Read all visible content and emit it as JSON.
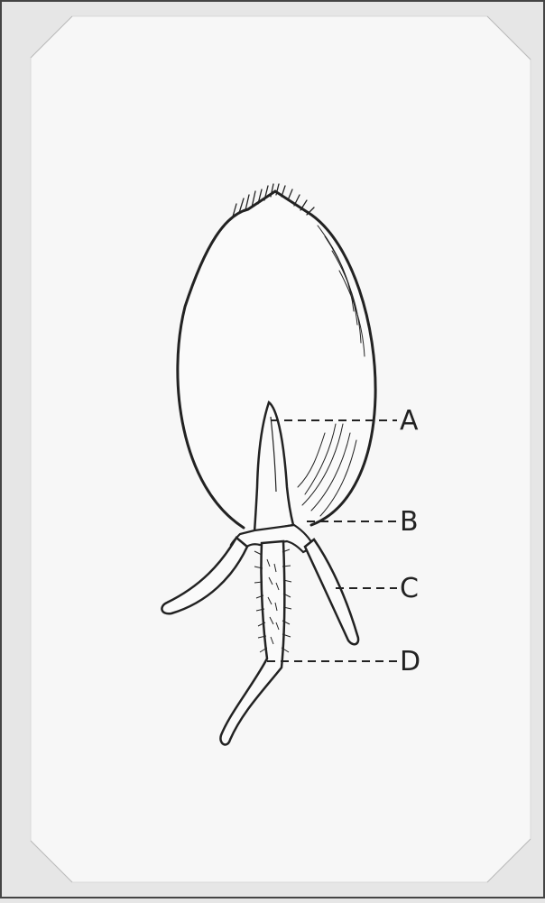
{
  "diagram": {
    "labels": [
      {
        "id": "A",
        "text": "A"
      },
      {
        "id": "B",
        "text": "B"
      },
      {
        "id": "C",
        "text": "C"
      },
      {
        "id": "D",
        "text": "D"
      }
    ]
  },
  "colors": {
    "background": "#e6e6e6",
    "card": "#f7f7f7",
    "ink": "#222222",
    "outer_border": "#444444"
  }
}
